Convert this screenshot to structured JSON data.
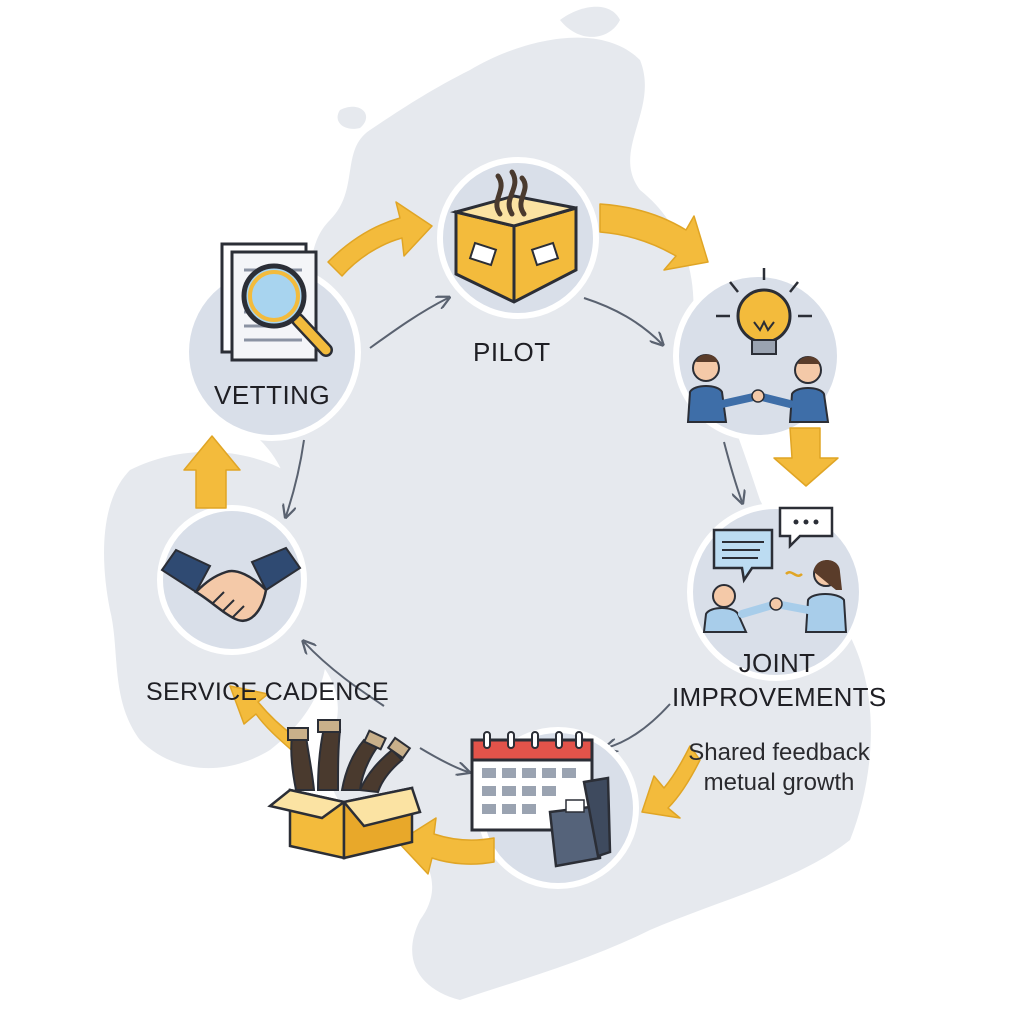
{
  "stages": {
    "vetting": {
      "label": "VETTING",
      "icon": "magnifier-document-icon"
    },
    "pilot": {
      "label": "PILOT",
      "icon": "open-box-icon"
    },
    "partnership": {
      "icon": "lightbulb-handshake-icon"
    },
    "joint_improvements": {
      "label_line1": "JOINT",
      "label_line2": "IMPROVEMENTS",
      "icon": "chat-handshake-icon"
    },
    "scheduling": {
      "icon": "calendar-icon"
    },
    "service_cadence": {
      "label": "SERVICE CADENCE",
      "icon": "handshake-icon"
    },
    "delivery": {
      "icon": "box-of-brushes-icon"
    }
  },
  "note": {
    "line1": "Shared feedback",
    "line2": "metual growth"
  },
  "colors": {
    "arrow": "#f3bb3c",
    "arrow_stroke": "#e0a525",
    "circle_fill": "#d9dfe9",
    "map_fill": "#e6e9ee",
    "thin_arrow": "#5a6270"
  }
}
